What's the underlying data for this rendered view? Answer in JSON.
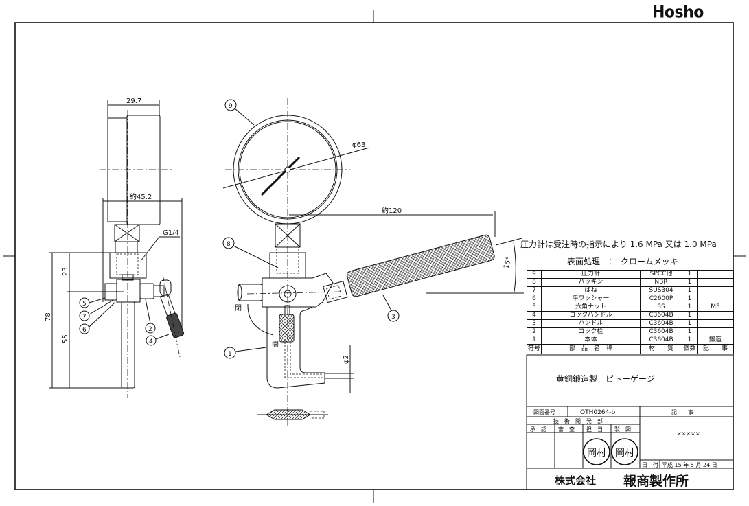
{
  "logo": "Hosho",
  "notes": {
    "gauge": "圧力計は受注時の指示により 1.6 MPa 又は 1.0 MPa",
    "surface": "表面処理　：　クロームメッキ"
  },
  "side_view": {
    "dim_depth": "29.7",
    "dim_width": "約45.2",
    "thread": "G1/4",
    "dim_total": "78",
    "dim_upper": "23",
    "dim_lower": "55",
    "callouts": [
      "5",
      "7",
      "6",
      "2",
      "4"
    ]
  },
  "front_view": {
    "dim_gauge": "φ63",
    "dim_length": "約120",
    "dim_angle": "15°",
    "dim_hole": "φ2",
    "label_close": "閉",
    "label_open": "開",
    "callouts": [
      "9",
      "8",
      "3",
      "1"
    ]
  },
  "parts_table": {
    "headers": [
      "符号",
      "部　品　名　称",
      "材　　質",
      "個数",
      "記　　事"
    ],
    "rows": [
      [
        "9",
        "圧力計",
        "SPCC他",
        "1",
        ""
      ],
      [
        "8",
        "パッキン",
        "NBR",
        "1",
        ""
      ],
      [
        "7",
        "ばね",
        "SUS304",
        "1",
        ""
      ],
      [
        "6",
        "平ワッシャー",
        "C2600P",
        "1",
        ""
      ],
      [
        "5",
        "六角ナット",
        "SS",
        "1",
        "M5"
      ],
      [
        "4",
        "コックハンドル",
        "C3604B",
        "1",
        ""
      ],
      [
        "3",
        "ハンドル",
        "C3604B",
        "1",
        ""
      ],
      [
        "2",
        "コック栓",
        "C3604B",
        "1",
        ""
      ],
      [
        "1",
        "本体",
        "C3604B",
        "1",
        "鍛造"
      ]
    ]
  },
  "title_block": {
    "product_name": "黄銅鍛造製　ピトーゲージ",
    "drawing_no_label": "図面番号",
    "drawing_no": "OTH0264-b",
    "remarks_label": "記　　事",
    "department": "技　術　開　発　部",
    "approve": "承　認",
    "review": "審　査",
    "charge": "担　当",
    "draft": "製　図",
    "remarks_value": "×××××",
    "stamp_text": "岡村",
    "date_label": "日　付",
    "date": "平成 15 年 5 月 24 日",
    "company_prefix": "株式会社",
    "company_name": "報商製作所"
  }
}
